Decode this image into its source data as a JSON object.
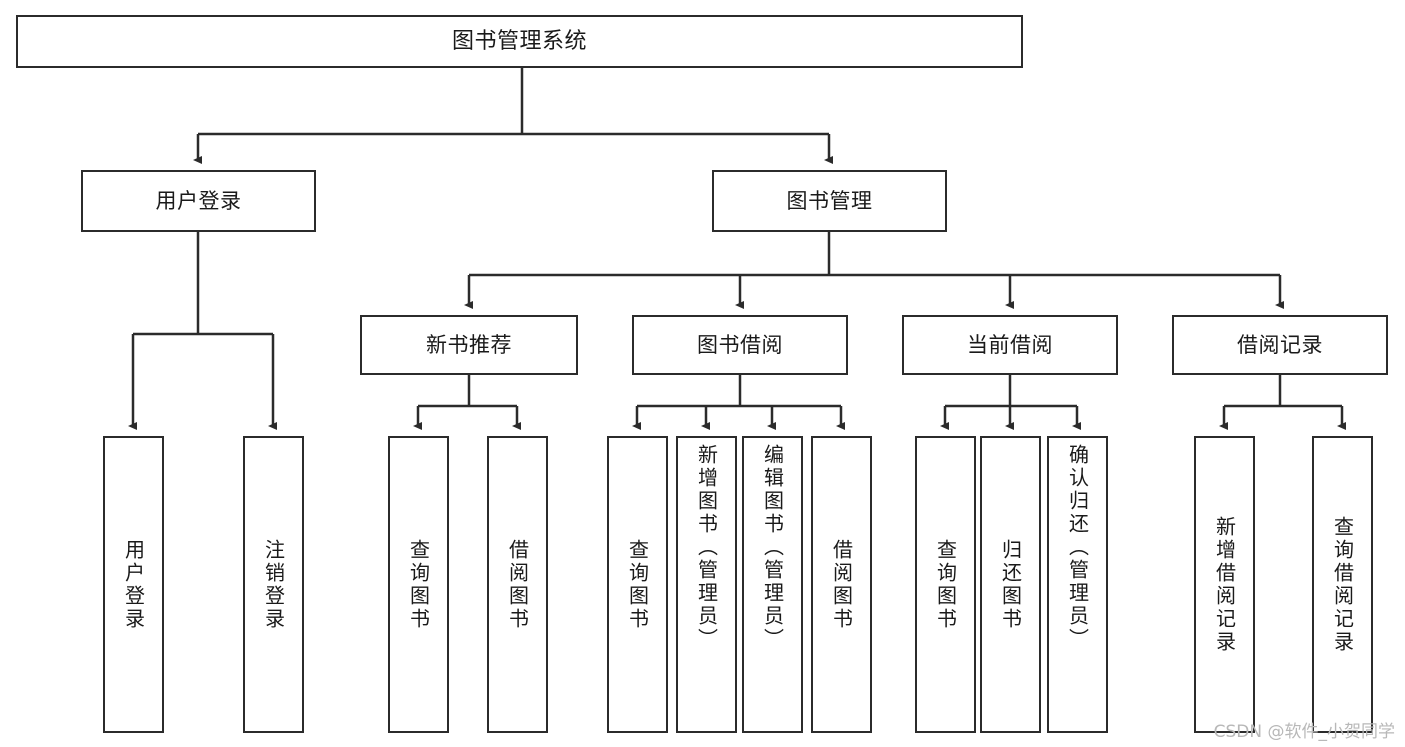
{
  "diagram": {
    "title": "图书管理系统",
    "type": "tree",
    "root": {
      "label": "图书管理系统"
    },
    "level1": [
      {
        "id": "user-login",
        "label": "用户登录"
      },
      {
        "id": "book-manage",
        "label": "图书管理"
      }
    ],
    "level2": [
      {
        "id": "new-book-recommend",
        "label": "新书推荐",
        "parent": "book-manage"
      },
      {
        "id": "book-borrow",
        "label": "图书借阅",
        "parent": "book-manage"
      },
      {
        "id": "current-borrow",
        "label": "当前借阅",
        "parent": "book-manage"
      },
      {
        "id": "borrow-record",
        "label": "借阅记录",
        "parent": "book-manage"
      }
    ],
    "leaves": [
      {
        "id": "leaf-user-login",
        "label": "用户登录",
        "parent": "user-login"
      },
      {
        "id": "leaf-user-logout",
        "label": "注销登录",
        "parent": "user-login"
      },
      {
        "id": "leaf-query-book-1",
        "label": "查询图书",
        "parent": "new-book-recommend"
      },
      {
        "id": "leaf-borrow-book-1",
        "label": "借阅图书",
        "parent": "new-book-recommend"
      },
      {
        "id": "leaf-query-book-2",
        "label": "查询图书",
        "parent": "book-borrow"
      },
      {
        "id": "leaf-add-book",
        "label": "新增图书（管理员）",
        "parent": "book-borrow"
      },
      {
        "id": "leaf-edit-book",
        "label": "编辑图书（管理员）",
        "parent": "book-borrow"
      },
      {
        "id": "leaf-borrow-book-2",
        "label": "借阅图书",
        "parent": "book-borrow"
      },
      {
        "id": "leaf-query-book-3",
        "label": "查询图书",
        "parent": "current-borrow"
      },
      {
        "id": "leaf-return-book",
        "label": "归还图书",
        "parent": "current-borrow"
      },
      {
        "id": "leaf-confirm-return",
        "label": "确认归还（管理员）",
        "parent": "current-borrow"
      },
      {
        "id": "leaf-add-record",
        "label": "新增借阅记录",
        "parent": "borrow-record"
      },
      {
        "id": "leaf-query-record",
        "label": "查询借阅记录",
        "parent": "borrow-record"
      }
    ]
  },
  "watermark": {
    "text": "CSDN @软件_小贺同学"
  },
  "colors": {
    "stroke": "#2b2b2b",
    "fill": "#ffffff",
    "text": "#1a1a1a",
    "watermark": "#b8b8b8"
  }
}
